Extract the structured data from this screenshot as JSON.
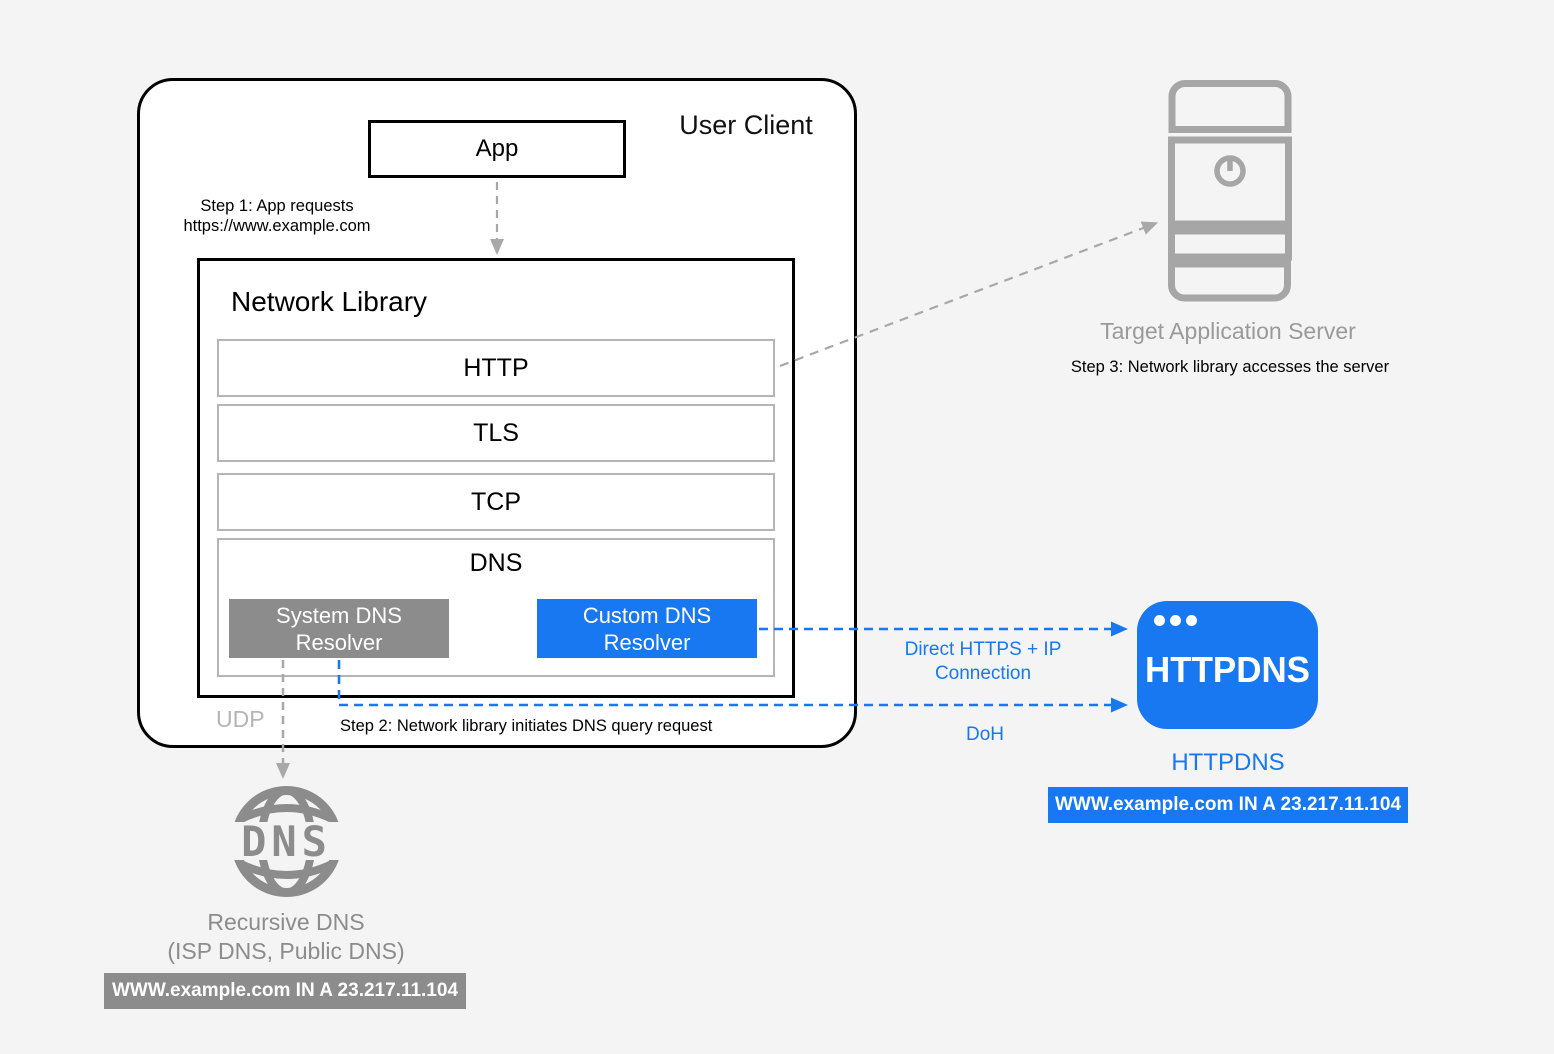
{
  "colors": {
    "accent_blue": "#1778F2",
    "resolver_gray": "#8C8C8C",
    "arrow_gray": "#A8A8A8",
    "page_background": "#F4F4F5"
  },
  "user_client": {
    "title": "User Client",
    "app": "App",
    "step1": [
      "Step 1: App requests",
      "https://www.example.com"
    ],
    "network_library": {
      "title": "Network Library",
      "layers": [
        "HTTP",
        "TLS",
        "TCP"
      ],
      "dns": {
        "title": "DNS",
        "system_resolver": [
          "System DNS",
          "Resolver"
        ],
        "custom_resolver": [
          "Custom DNS",
          "Resolver"
        ]
      }
    },
    "udp": "UDP",
    "step2": "Step 2: Network library initiates DNS query request"
  },
  "target_server": {
    "label": "Target Application Server",
    "step3": "Step 3: Network library accesses the server"
  },
  "recursive_dns": {
    "icon_text": "DNS",
    "label": [
      "Recursive DNS",
      "(ISP DNS, Public DNS)"
    ],
    "badge": "WWW.example.com IN A 23.217.11.104"
  },
  "httpdns": {
    "icon_text": "HTTPDNS",
    "label": "HTTPDNS",
    "badge": "WWW.example.com IN A 23.217.11.104"
  },
  "connections": {
    "direct": [
      "Direct HTTPS + IP",
      "Connection"
    ],
    "doh": "DoH"
  }
}
